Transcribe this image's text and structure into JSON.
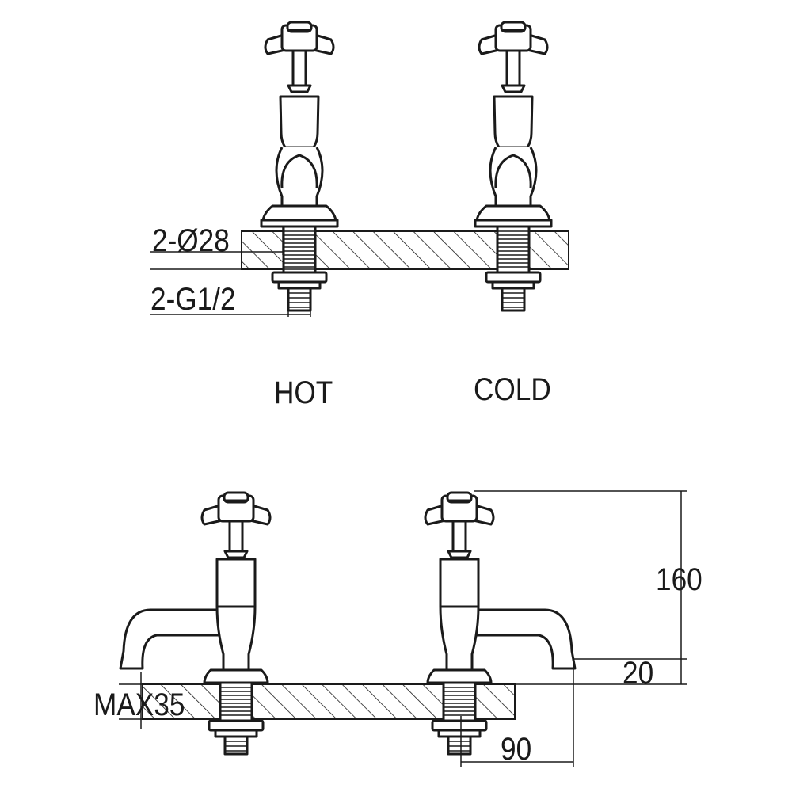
{
  "labels": {
    "hot": "HOT",
    "cold": "COLD"
  },
  "dimensions": {
    "hole_diameter": "2-Ø28",
    "thread": "2-G1/2",
    "height": "160",
    "spout_height": "20",
    "reach": "90",
    "max_deck": "MAX35"
  },
  "colors": {
    "stroke": "#1a1a1a",
    "background": "#ffffff"
  }
}
